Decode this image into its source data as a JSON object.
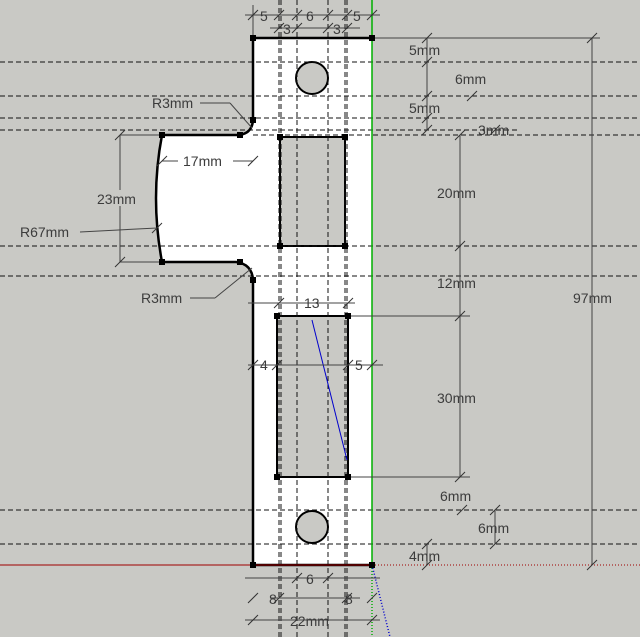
{
  "drawing": {
    "top_dims": [
      "5",
      "3",
      "6",
      "3",
      "5"
    ],
    "bottom_dims": [
      "6",
      "8",
      "8",
      "22mm"
    ],
    "right_dims": [
      "5mm",
      "6mm",
      "5mm",
      "3mm",
      "20mm",
      "12mm",
      "97mm",
      "30mm",
      "6mm",
      "6mm",
      "4mm"
    ],
    "inner_dims": [
      "13",
      "4",
      "5"
    ],
    "left_dims": [
      "R3mm",
      "17mm",
      "23mm",
      "R67mm",
      "R3mm"
    ]
  },
  "colors": {
    "background": "#c9c9c5",
    "face": "#ffffff",
    "green_axis": "#00b000",
    "red_axis": "#a00000",
    "blue_axis": "#0000cc"
  }
}
